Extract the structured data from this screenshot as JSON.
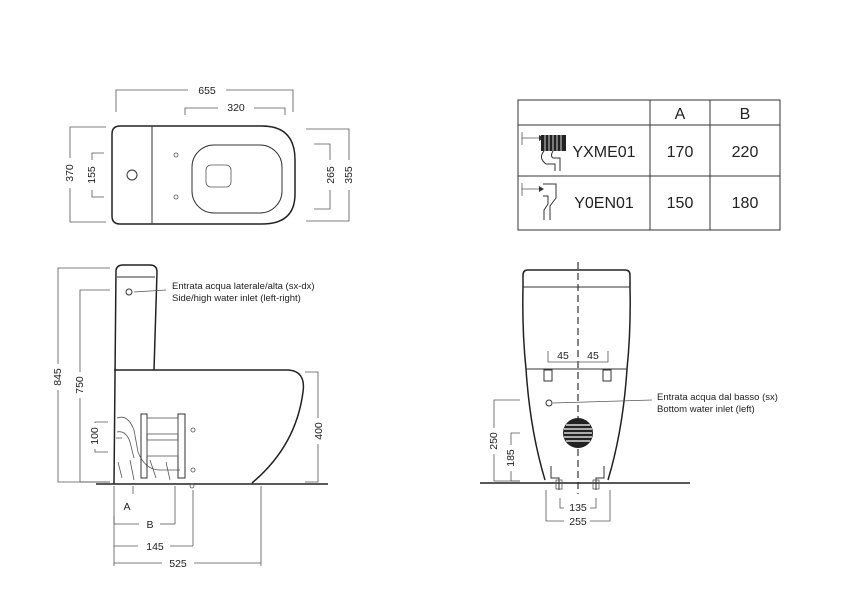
{
  "top_view": {
    "width_total": "655",
    "width_bowl": "320",
    "depth_total": "370",
    "depth_tank": "155",
    "depth_bowl_inner": "265",
    "depth_bowl": "355"
  },
  "side_view": {
    "note_it": "Entrata acqua laterale/alta (sx-dx)",
    "note_en": "Side/high water inlet (left-right)",
    "height_total": "845",
    "height_tank": "750",
    "height_inlet": "100",
    "height_bowl": "400",
    "dim_a": "A",
    "dim_b": "B",
    "dim_145": "145",
    "dim_525": "525"
  },
  "front_view": {
    "fix_left": "45",
    "fix_right": "45",
    "note_it": "Entrata acqua dal basso (sx)",
    "note_en": "Bottom water inlet (left)",
    "height_250": "250",
    "height_185": "185",
    "width_135": "135",
    "width_255": "255"
  },
  "table": {
    "headers": [
      "",
      "A",
      "B"
    ],
    "rows": [
      {
        "code": "YXME01",
        "a": "170",
        "b": "220",
        "icon": "trap-connector-icon"
      },
      {
        "code": "Y0EN01",
        "a": "150",
        "b": "180",
        "icon": "pan-connector-icon"
      }
    ]
  }
}
